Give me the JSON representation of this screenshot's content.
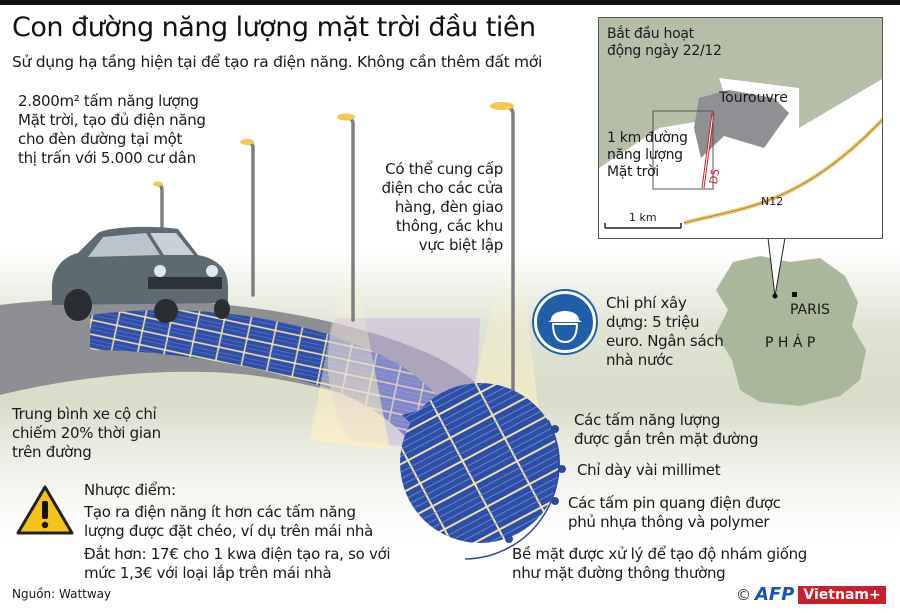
{
  "header": {
    "title": "Con đường năng lượng mặt trời đầu tiên",
    "subtitle": "Sử dụng hạ tầng hiện tại để tạo ra điện năng. Không cần thêm đất mới"
  },
  "callouts": {
    "area": "2.800m² tấm năng lượng\nMặt trời, tạo đủ điện năng\ncho đèn đường tại một\nthị trấn với 5.000 cư dân",
    "supply": "Có thể cung cấp\nđiện cho các cửa\nhàng, đèn giao\nthông, các khu\nvực biệt lập",
    "cost": "Chi phí xây\ndựng: 5 triệu\neuro. Ngân sách\nnhà nước",
    "traffic": "Trung bình xe cộ chỉ\nchiếm 20% thời gian\ntrên đường"
  },
  "map": {
    "start_label": "Bắt đầu hoạt\nđộng ngày 22/12",
    "town": "Tourouvre",
    "road_label": "1 km đường\nnăng lượng\nMặt trời",
    "road_code": "D5",
    "highway": "N12",
    "scale": "1 km",
    "colors": {
      "land": "#b5bfa8",
      "urban": "#8f9093",
      "open": "#ffffff",
      "highway": "#f2c95a",
      "solar_road": "#c8202a"
    }
  },
  "france": {
    "city": "PARIS",
    "country": "P H Á P",
    "color": "#a9b79a"
  },
  "features": [
    {
      "text": "Các tấm năng lượng\nđược gắn trên mặt đường"
    },
    {
      "text": "Chỉ dày vài millimet"
    },
    {
      "text": "Các tấm pin quang điện được\nphủ nhựa thông và polymer"
    },
    {
      "text": "Bề mặt được xử lý để tạo độ nhám giống\nnhư mặt đường thông thường"
    }
  ],
  "drawbacks": {
    "heading": "Nhược điểm:",
    "items": [
      "Tạo ra điện năng ít hơn các tấm năng\nlượng được đặt chéo, ví dụ trên mái nhà",
      "Đắt hơn: 17€ cho 1 kwa điện tạo ra, so với\nmức 1,3€ với loại lắp trên mái nhà"
    ]
  },
  "footer": {
    "source": "Nguồn: Wattway",
    "copyright": "©",
    "agency": "AFP",
    "publisher": "Vietnam+"
  },
  "icons": {
    "warning": "warning-triangle-icon",
    "helmet": "hard-hat-icon"
  }
}
